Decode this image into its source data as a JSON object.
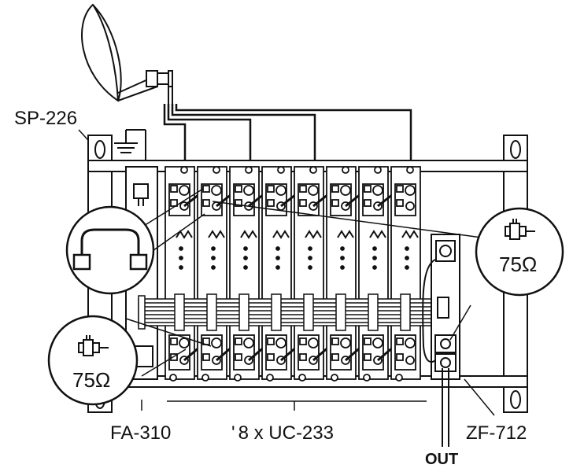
{
  "labels": {
    "splitter": "SP-226",
    "power_supply": "FA-310",
    "modules": "8 x UC-233",
    "modules_prefix": "'",
    "combiner": "ZF-712",
    "output": "OUT"
  },
  "callouts": {
    "terminator_right": "75Ω",
    "terminator_left": "75Ω"
  },
  "module_count": 8,
  "colors": {
    "stroke": "#111111",
    "background": "#ffffff",
    "light": "#cfcfcf"
  }
}
